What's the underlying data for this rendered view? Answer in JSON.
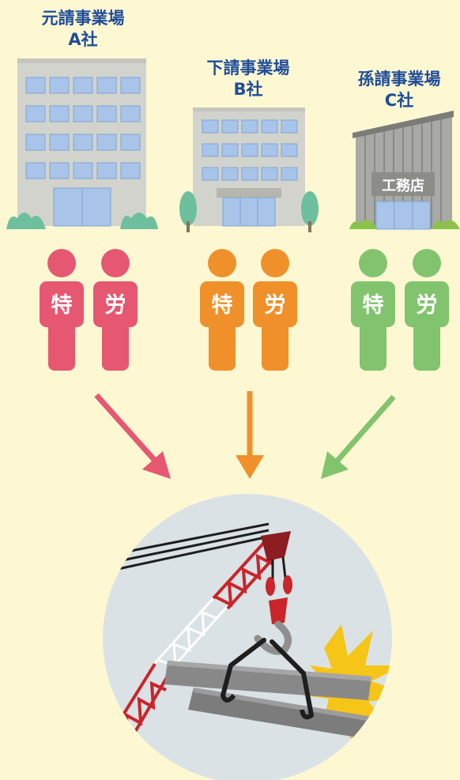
{
  "companies": [
    {
      "role": "元請事業場",
      "name": "A社",
      "color": "#e65772"
    },
    {
      "role": "下請事業場",
      "name": "B社",
      "color": "#f0902a"
    },
    {
      "role": "孫請事業場",
      "name": "C社",
      "color": "#82c46e",
      "building_sign": "工務店"
    }
  ],
  "worker_labels": {
    "left": "特",
    "right": "労"
  },
  "icons": {
    "buildings": [
      "office-building-icon",
      "office-building-small-icon",
      "shop-warehouse-icon"
    ],
    "accident": "crane-accident-icon"
  }
}
